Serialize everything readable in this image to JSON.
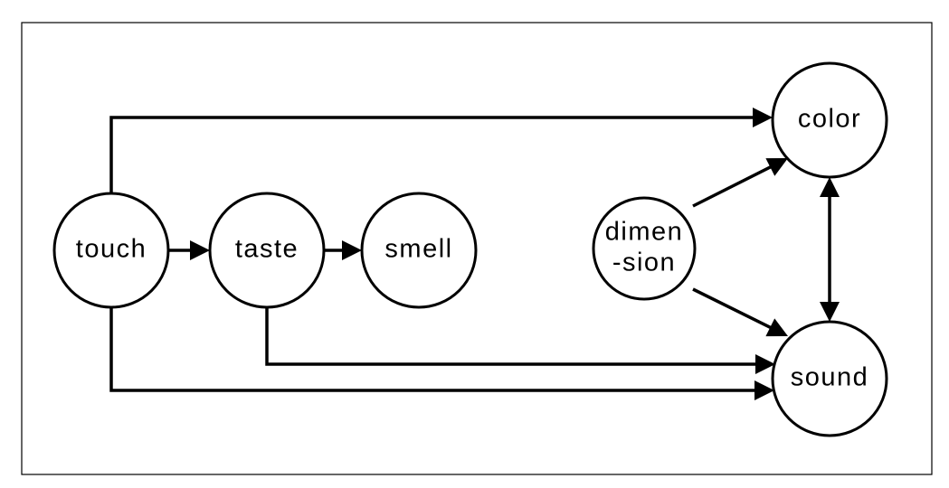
{
  "diagram": {
    "nodes": [
      {
        "id": "touch",
        "lines": [
          "touch"
        ]
      },
      {
        "id": "taste",
        "lines": [
          "taste"
        ]
      },
      {
        "id": "smell",
        "lines": [
          "smell"
        ]
      },
      {
        "id": "dimension",
        "lines": [
          "dimen",
          "-sion"
        ]
      },
      {
        "id": "color",
        "lines": [
          "color"
        ]
      },
      {
        "id": "sound",
        "lines": [
          "sound"
        ]
      }
    ],
    "edges": [
      {
        "from": "touch",
        "to": "taste",
        "directed": true
      },
      {
        "from": "taste",
        "to": "smell",
        "directed": true
      },
      {
        "from": "touch",
        "to": "color",
        "directed": true
      },
      {
        "from": "touch",
        "to": "sound",
        "directed": true
      },
      {
        "from": "taste",
        "to": "sound",
        "directed": true
      },
      {
        "from": "dimension",
        "to": "color",
        "directed": true
      },
      {
        "from": "dimension",
        "to": "sound",
        "directed": true
      },
      {
        "from": "color",
        "to": "sound",
        "directed": true,
        "bidirectional": true
      }
    ]
  }
}
